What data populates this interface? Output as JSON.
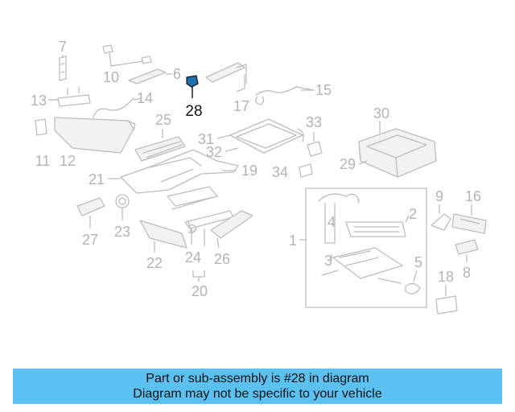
{
  "callouts": {
    "n1": "1",
    "n2": "2",
    "n3": "3",
    "n4": "4",
    "n5": "5",
    "n6": "6",
    "n7": "7",
    "n8": "8",
    "n9": "9",
    "n10": "10",
    "n11": "11",
    "n12": "12",
    "n13": "13",
    "n14": "14",
    "n15": "15",
    "n16": "16",
    "n17": "17",
    "n18": "18",
    "n19": "19",
    "n20": "20",
    "n21": "21",
    "n22": "22",
    "n23": "23",
    "n24": "24",
    "n25": "25",
    "n26": "26",
    "n27": "27",
    "n28": "28",
    "n29": "29",
    "n30": "30",
    "n31": "31",
    "n32": "32",
    "n33": "33",
    "n34": "34"
  },
  "highlight_color": "#111111",
  "banner": {
    "line1": "Part or sub-assembly is #28 in diagram",
    "line2": "Diagram may not be specific to your vehicle",
    "color": "#5bc0f2"
  }
}
